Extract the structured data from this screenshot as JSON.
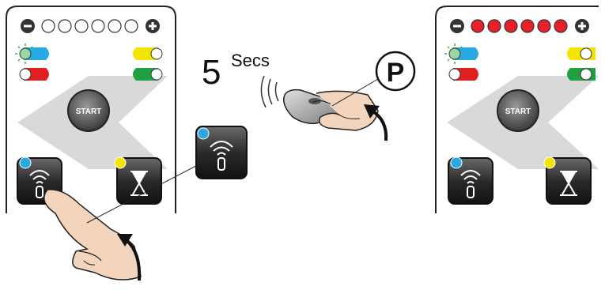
{
  "panel_left": {
    "leds_on": 0,
    "leds_total": 6,
    "start_label": "START"
  },
  "panel_right": {
    "leds_on": 6,
    "leds_total": 6,
    "start_label": "START"
  },
  "timer": {
    "number": "5",
    "unit": "Secs"
  },
  "remote_button_label": "P",
  "colors": {
    "led_red": "#e8202a",
    "blue_dot": "#29a9e1",
    "yellow_dot": "#f2e600",
    "green_dot": "#20a040",
    "red_dot": "#e02020",
    "panel_bg": "#e6e6e6",
    "key_dark": "#2a2a2a"
  },
  "icons": [
    "minus-icon",
    "plus-icon",
    "remote-signal-icon",
    "hourglass-icon",
    "hand-icon",
    "curved-arrow-icon"
  ]
}
